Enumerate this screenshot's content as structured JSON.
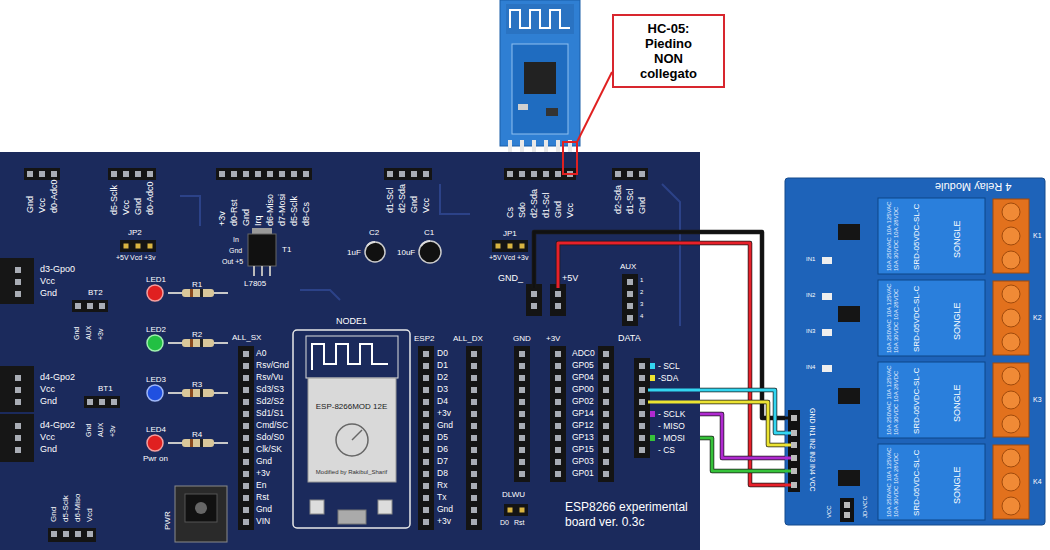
{
  "diagram": {
    "nodes": [
      {
        "text": [
          "HC-05: Piedino NON collegato"
        ]
      },
      {
        "text": [
          "ESP8266 experimental board ver. 0.3c"
        ]
      },
      {
        "text": [
          "GND_"
        ],
        "in": 1
      },
      {
        "text": [
          "+5V"
        ],
        "in": 1
      },
      {
        "text": [
          "NODE1",
          "ESP-8266MOD 12E",
          "Modified by Rakibul_Sharif"
        ],
        "in": 1
      },
      {
        "text": [
          "DATA",
          "- SCL",
          "-SDA",
          "- SCLK",
          "- MISO",
          "- MOSI",
          "- CS"
        ],
        "in": 1
      },
      {
        "text": [
          "4 Relay Module"
        ]
      }
    ],
    "edges": [
      {
        "from": 2,
        "to": 6,
        "arrow": "none"
      },
      {
        "from": 3,
        "to": 6,
        "arrow": "none"
      },
      {
        "from": 5,
        "to": 6,
        "arrow": "none"
      },
      {
        "from": 5,
        "to": 6,
        "arrow": "none"
      },
      {
        "from": 5,
        "to": 6,
        "arrow": "none"
      },
      {
        "from": 5,
        "to": 6,
        "arrow": "none"
      }
    ],
    "labels": [
      "Gnd",
      "Vcc",
      "d0-Adc0",
      "d5-Sclk",
      "Vcc",
      "Gnd",
      "d0-Adc0",
      "+3v",
      "d0-Rst",
      "Gnd",
      "Irq",
      "d6-Miso",
      "d7-Mosi",
      "d5-Sclk",
      "d8-Cs",
      "d1-Scl",
      "d2-Sda",
      "Gnd",
      "Vcc",
      "Cs",
      "Sdo",
      "d2-Sda",
      "d1-Scl",
      "Gnd",
      "Vcc",
      "d2-Sda",
      "d1-Scl",
      "Gnd",
      "d3-Gpo0",
      "Vcc",
      "Gnd",
      "d4-Gpo2",
      "Vcc",
      "Gnd",
      "d4-Gpo2",
      "Vcc",
      "Gnd",
      "JP2",
      "+5V",
      "Vcd",
      "+3v",
      "LED1",
      "R1",
      "LED2",
      "R2",
      "ALL_SX",
      "LED3",
      "R3",
      "LED4",
      "R4",
      "Pwr on",
      "BT2",
      "Gnd",
      "AUX",
      "+3v",
      "BT1",
      "Gnd",
      "AUX",
      "+3v",
      "L7805",
      "T1",
      "In",
      "Gnd",
      "Out +5",
      "C2",
      "1uF",
      "C1",
      "10uF",
      "JP1",
      "+5V",
      "Vcd",
      "+3v",
      "AUX",
      "1",
      "2",
      "3",
      "4",
      "ESP2",
      "ALL_DX",
      "GND",
      "+3V",
      "A0",
      "Rsv/Gnd",
      "Rsv/Vu",
      "Sd3/S3",
      "Sd2/S2",
      "Sd1/S1",
      "Cmd/SC",
      "Sdo/S0",
      "Clk/SK",
      "Gnd",
      "+3v",
      "En",
      "Rst",
      "Gnd",
      "VIN",
      "D0",
      "D1",
      "D2",
      "D3",
      "D4",
      "+3v",
      "Gnd",
      "D5",
      "D6",
      "D7",
      "D8",
      "Rx",
      "Tx",
      "Gnd",
      "+3v",
      "ADC0",
      "GP05",
      "GP04",
      "GP00",
      "GP02",
      "GP14",
      "GP12",
      "GP13",
      "GP15",
      "GP03",
      "GP01",
      "DLWU",
      "D0",
      "Rst",
      "PWR",
      "Gnd",
      "d5-Sclk",
      "d6-Miso",
      "Vcd",
      "10A 250VAC 10A 125VAC 10A 30VDC 10A 28VDC",
      "SRD-05VDC-SL-C",
      "SONGLE",
      "K1",
      "10A 250VAC 10A 125VAC 10A 30VDC 10A 28VDC",
      "SRD-05VDC-SL-C",
      "SONGLE",
      "K2",
      "10A 250VAC 10A 125VAC 10A 30VDC 10A 28VDC",
      "SRD-05VDC-SL-C",
      "SONGLE",
      "K3",
      "10A 250VAC 10A 125VAC 10A 30VDC 10A 28VDC",
      "SRD-05VDC-SL-C",
      "SONGLE",
      "K4",
      "IN1",
      "IN2",
      "IN3",
      "IN4",
      "JD-VCC",
      "VCC",
      "GND IN1 IN2 IN3 IN4 VCC"
    ]
  }
}
